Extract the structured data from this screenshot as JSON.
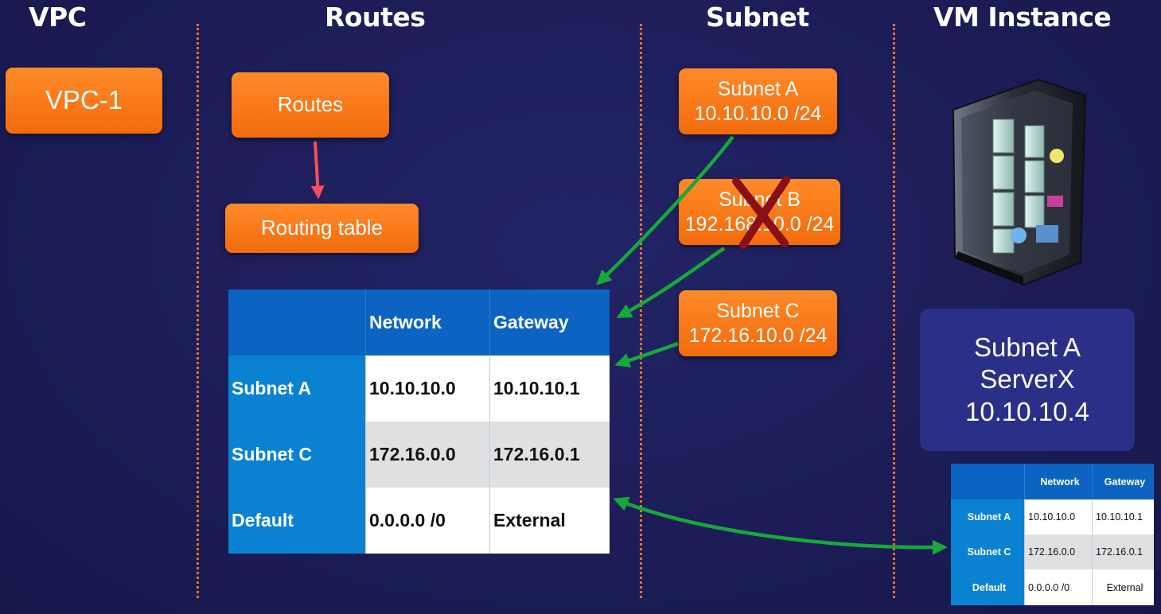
{
  "columns": {
    "vpc": "VPC",
    "routes": "Routes",
    "subnet": "Subnet",
    "vm": "VM Instance"
  },
  "vpc_box": "VPC-1",
  "routes_box": "Routes",
  "routing_table_box": "Routing table",
  "subnets": [
    {
      "name": "Subnet A",
      "cidr": "10.10.10.0 /24"
    },
    {
      "name": "Subnet B",
      "cidr": "192.168.10.0 /24",
      "struck": true
    },
    {
      "name": "Subnet C",
      "cidr": "172.16.10.0 /24"
    }
  ],
  "route_table": {
    "headers": [
      "",
      "Network",
      "Gateway"
    ],
    "rows": [
      {
        "label": "Subnet A",
        "network": "10.10.10.0",
        "gateway": "10.10.10.1"
      },
      {
        "label": "Subnet C",
        "network": "172.16.0.0",
        "gateway": "172.16.0.1"
      },
      {
        "label": "Default",
        "network": "0.0.0.0 /0",
        "gateway": "External"
      }
    ]
  },
  "vm_card": {
    "subnet": "Subnet A",
    "server": "ServerX",
    "ip": "10.10.10.4"
  },
  "icons": {
    "server": "server-tower-icon",
    "strike": "red-x-icon"
  },
  "colors": {
    "background": "#1c1d58",
    "box_orange": "#f47a1a",
    "divider": "#e8702a",
    "table_header": "#0c63c1",
    "table_row_header": "#0a82d1",
    "arrow_green": "#17a83a",
    "arrow_red": "#ff4a5e",
    "strike_red": "#8a0f17",
    "vm_card": "#2b2f88"
  }
}
